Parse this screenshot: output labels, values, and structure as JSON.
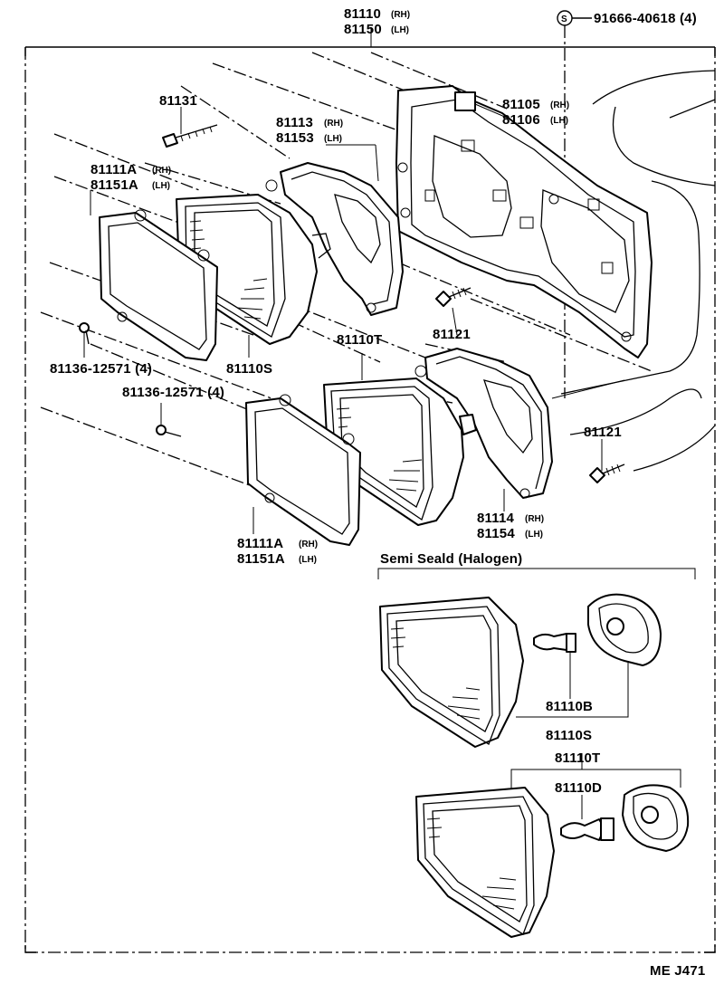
{
  "title_codes": {
    "main_rh": "81110",
    "main_rh_side": "(RH)",
    "main_lh": "81150",
    "main_lh_side": "(LH)"
  },
  "screw_note": {
    "symbol": "S",
    "code": "91666-40618 (4)"
  },
  "labels": {
    "p81131": "81131",
    "p81113": "81113",
    "p81113_side": "(RH)",
    "p81153": "81153",
    "p81153_side": "(LH)",
    "p81105": "81105",
    "p81105_side": "(RH)",
    "p81106": "81106",
    "p81106_side": "(LH)",
    "p81111a_top": "81111A",
    "p81111a_top_side": "(RH)",
    "p81151a_top": "81151A",
    "p81151a_top_side": "(LH)",
    "p81121_a": "81121",
    "p81110t_a": "81110T",
    "p81136_a": "81136-12571 (4)",
    "p81110s_a": "81110S",
    "p81136_b": "81136-12571 (4)",
    "p81121_b": "81121",
    "p81114": "81114",
    "p81114_side": "(RH)",
    "p81154": "81154",
    "p81154_side": "(LH)",
    "p81111a_bot": "81111A",
    "p81111a_bot_side": "(RH)",
    "p81151a_bot": "81151A",
    "p81151a_bot_side": "(LH)",
    "semi_title": "Semi Seald (Halogen)",
    "p81110b": "81110B",
    "p81110s_b": "81110S",
    "p81110t_b": "81110T",
    "p81110d": "81110D",
    "footer_code": "ME  J471"
  }
}
